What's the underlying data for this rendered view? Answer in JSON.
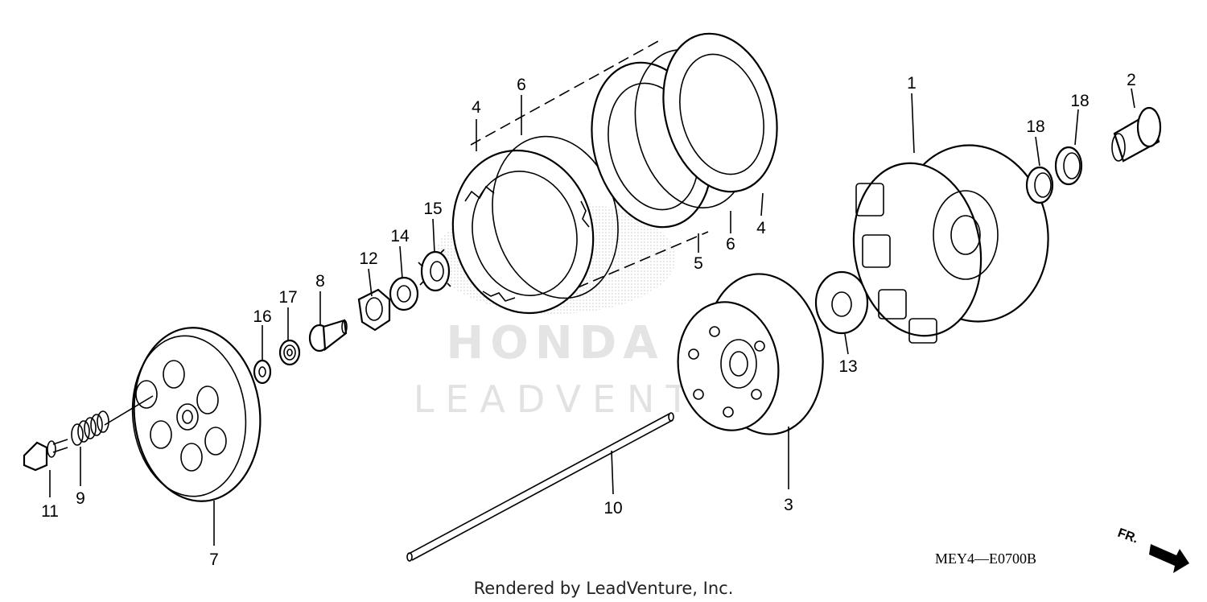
{
  "parts": {
    "p1": "1",
    "p2": "2",
    "p3": "3",
    "p4a": "4",
    "p4b": "4",
    "p5": "5",
    "p6a": "6",
    "p6b": "6",
    "p7": "7",
    "p8": "8",
    "p9": "9",
    "p10": "10",
    "p11": "11",
    "p12": "12",
    "p13": "13",
    "p14": "14",
    "p15": "15",
    "p16": "16",
    "p17": "17",
    "p18a": "18",
    "p18b": "18"
  },
  "diagram_code": "MEY4—E0700B",
  "direction_marker": "FR.",
  "watermark_brand": "HONDA",
  "watermark_sub": "LEADVENTURE",
  "footer_credit": "Rendered by LeadVenture, Inc."
}
